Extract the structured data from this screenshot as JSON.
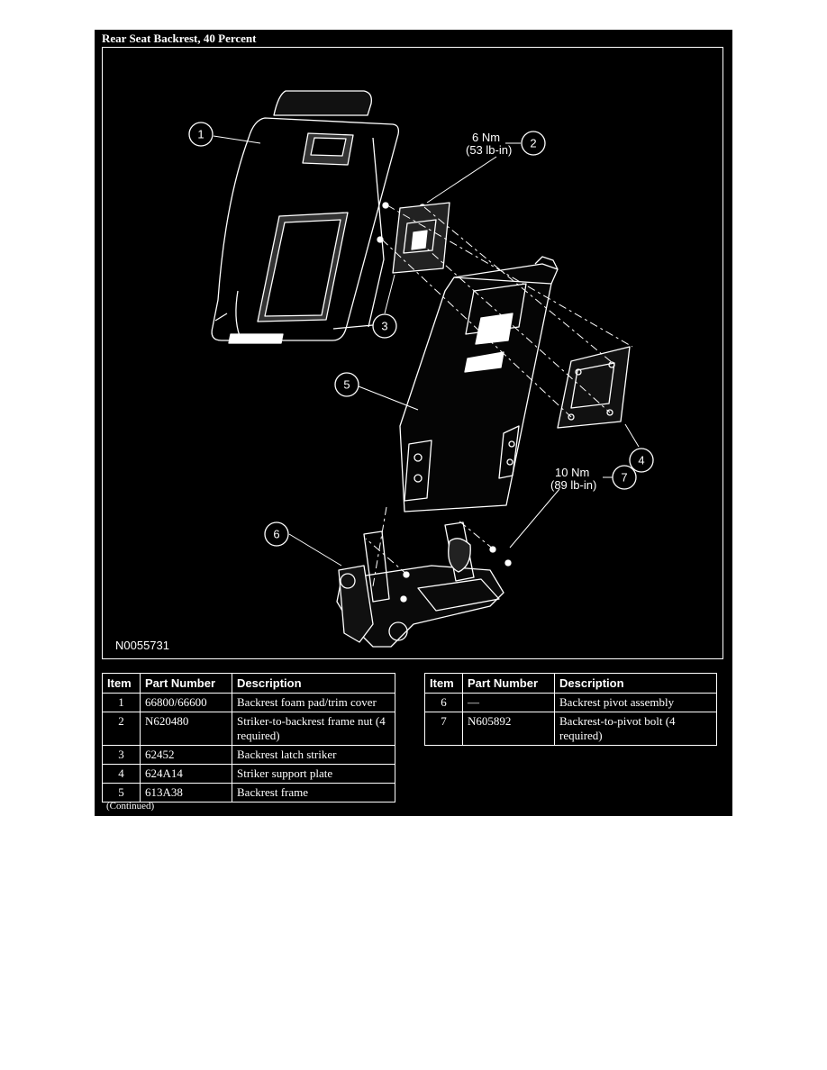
{
  "title": "Rear Seat Backrest, 40 Percent",
  "figure_code": "N0055731",
  "callouts": {
    "c1": "1",
    "c2": "2",
    "c2_torque_nm": "6 Nm",
    "c2_torque_lbin": "(53 lb-in)",
    "c3": "3",
    "c4": "4",
    "c5": "5",
    "c6": "6",
    "c7": "7",
    "c7_torque_nm": "10 Nm",
    "c7_torque_lbin": "(89 lb-in)"
  },
  "table_headers": {
    "item": "Item",
    "part_number": "Part Number",
    "description": "Description"
  },
  "table_left": [
    {
      "item": "1",
      "part": "66800/66600",
      "desc": "Backrest foam pad/trim cover"
    },
    {
      "item": "2",
      "part": "N620480",
      "desc": "Striker-to-backrest frame nut (4 required)"
    },
    {
      "item": "3",
      "part": "62452",
      "desc": "Backrest latch striker"
    },
    {
      "item": "4",
      "part": "624A14",
      "desc": "Striker support plate"
    },
    {
      "item": "5",
      "part": "613A38",
      "desc": "Backrest frame"
    }
  ],
  "table_right": [
    {
      "item": "6",
      "part": "—",
      "desc": "Backrest pivot assembly"
    },
    {
      "item": "7",
      "part": "N605892",
      "desc": "Backrest-to-pivot bolt (4 required)"
    }
  ],
  "continued": "(Continued)"
}
